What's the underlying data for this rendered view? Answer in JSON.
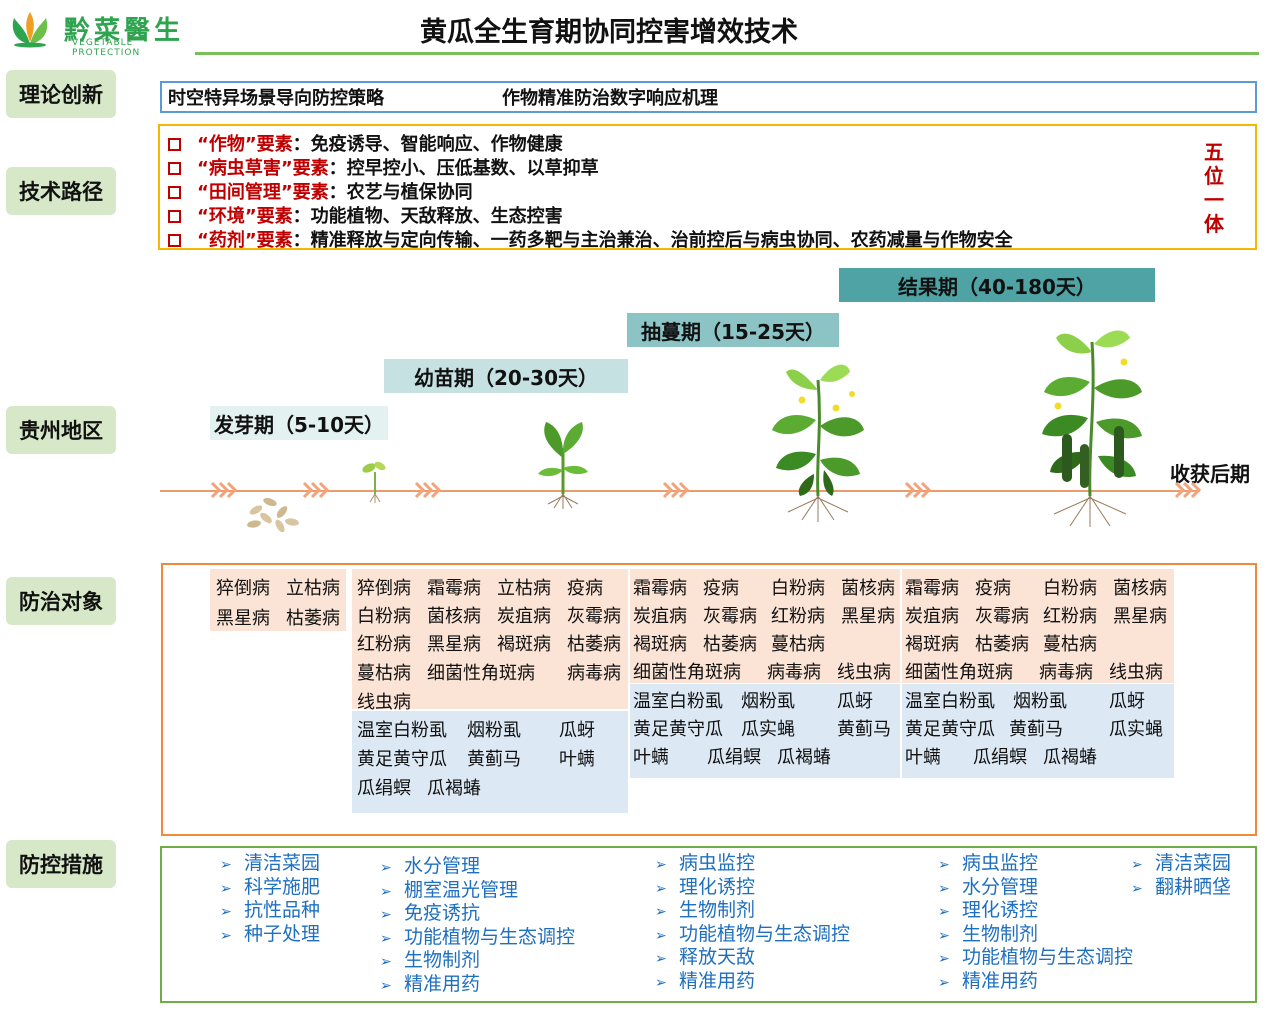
{
  "brand": {
    "name_cn": "黔菜醫生",
    "name_en": "VEGETABLE PROTECTION"
  },
  "title": "黄瓜全生育期协同控害增效技术",
  "sections": {
    "theory": "理论创新",
    "tech": "技术路径",
    "region": "贵州地区",
    "targets": "防治对象",
    "measures": "防控措施"
  },
  "theory": [
    "时空特异场景导向防控策略",
    "作物精准防治数字响应机理"
  ],
  "tech_route": {
    "lines": [
      {
        "name": "“作物”要素",
        "text": "免疫诱导、智能响应、作物健康"
      },
      {
        "name": "“病虫草害”要素",
        "text": "控早控小、压低基数、以草抑草"
      },
      {
        "name": "“田间管理”要素",
        "text": "农艺与植保协同"
      },
      {
        "name": "“环境”要素",
        "text": "功能植物、天敌释放、生态控害"
      },
      {
        "name": "“药剂”要素",
        "text": "精准释放与定向传输、一药多靶与主治兼治、治前控后与病虫协同、农药减量与作物安全"
      }
    ],
    "summary": [
      "五",
      "位",
      "一",
      "体"
    ]
  },
  "stages": [
    "发芽期（5-10天）",
    "幼苗期（20-30天）",
    "抽蔓期（15-25天）",
    "结果期（40-180天）"
  ],
  "harvest": "收获后期",
  "targets": {
    "germination": {
      "diseases": [
        [
          "猝倒病",
          "立枯病"
        ],
        [
          "黑星病",
          "枯萎病"
        ]
      ]
    },
    "seedling": {
      "diseases": [
        [
          "猝倒病",
          "霜霉病",
          "立枯病",
          "疫病"
        ],
        [
          "白粉病",
          "菌核病",
          "炭疽病",
          "灰霉病"
        ],
        [
          "红粉病",
          "黑星病",
          "褐斑病",
          "枯萎病"
        ],
        [
          "蔓枯病",
          "细菌性角斑病",
          "病毒病"
        ],
        [
          "线虫病"
        ]
      ],
      "pests": [
        [
          "温室白粉虱",
          "烟粉虱",
          "瓜蚜"
        ],
        [
          "黄足黄守瓜",
          "黄蓟马",
          "叶螨"
        ],
        [
          "瓜绢螟",
          "瓜褐蝽"
        ]
      ]
    },
    "vining": {
      "diseases": [
        [
          "霜霉病",
          "疫病",
          "白粉病",
          "菌核病"
        ],
        [
          "炭疽病",
          "灰霉病",
          "红粉病",
          "黑星病"
        ],
        [
          "褐斑病",
          "枯萎病",
          "蔓枯病"
        ],
        [
          "细菌性角斑病",
          "病毒病",
          "线虫病"
        ]
      ],
      "pests": [
        [
          "温室白粉虱",
          "烟粉虱",
          "瓜蚜"
        ],
        [
          "黄足黄守瓜",
          "瓜实蝇",
          "黄蓟马"
        ],
        [
          "叶螨",
          "瓜绢螟",
          "瓜褐蝽"
        ]
      ]
    },
    "fruiting": {
      "diseases": [
        [
          "霜霉病",
          "疫病",
          "白粉病",
          "菌核病"
        ],
        [
          "炭疽病",
          "灰霉病",
          "红粉病",
          "黑星病"
        ],
        [
          "褐斑病",
          "枯萎病",
          "蔓枯病"
        ],
        [
          "细菌性角斑病",
          "病毒病",
          "线虫病"
        ]
      ],
      "pests": [
        [
          "温室白粉虱",
          "烟粉虱",
          "瓜蚜"
        ],
        [
          "黄足黄守瓜",
          "黄蓟马",
          "瓜实蝇"
        ],
        [
          "叶螨",
          "瓜绢螟",
          "瓜褐蝽"
        ]
      ]
    }
  },
  "measures": {
    "germination": [
      "清洁菜园",
      "科学施肥",
      "抗性品种",
      "种子处理"
    ],
    "seedling": [
      "水分管理",
      "棚室温光管理",
      "免疫诱抗",
      "功能植物与生态调控",
      "生物制剂",
      "精准用药"
    ],
    "vining": [
      "病虫监控",
      "理化诱控",
      "生物制剂",
      "功能植物与生态调控",
      "释放天敌",
      "精准用药"
    ],
    "fruiting": [
      "病虫监控",
      "水分管理",
      "理化诱控",
      "生物制剂",
      "功能植物与生态调控",
      "精准用药"
    ],
    "post_harvest": [
      "清洁菜园",
      "翻耕晒垡"
    ]
  },
  "colors": {
    "brand_green": "#2ea44f",
    "accent_red": "#c00000",
    "theory_border": "#5b9bd5",
    "tech_border": "#f5b800",
    "target_border": "#f08a3a",
    "measure_border": "#70ad47",
    "measure_text": "#1f6fbf",
    "disease_fill": "#fbe4d5",
    "pest_fill": "#dce8f4"
  }
}
